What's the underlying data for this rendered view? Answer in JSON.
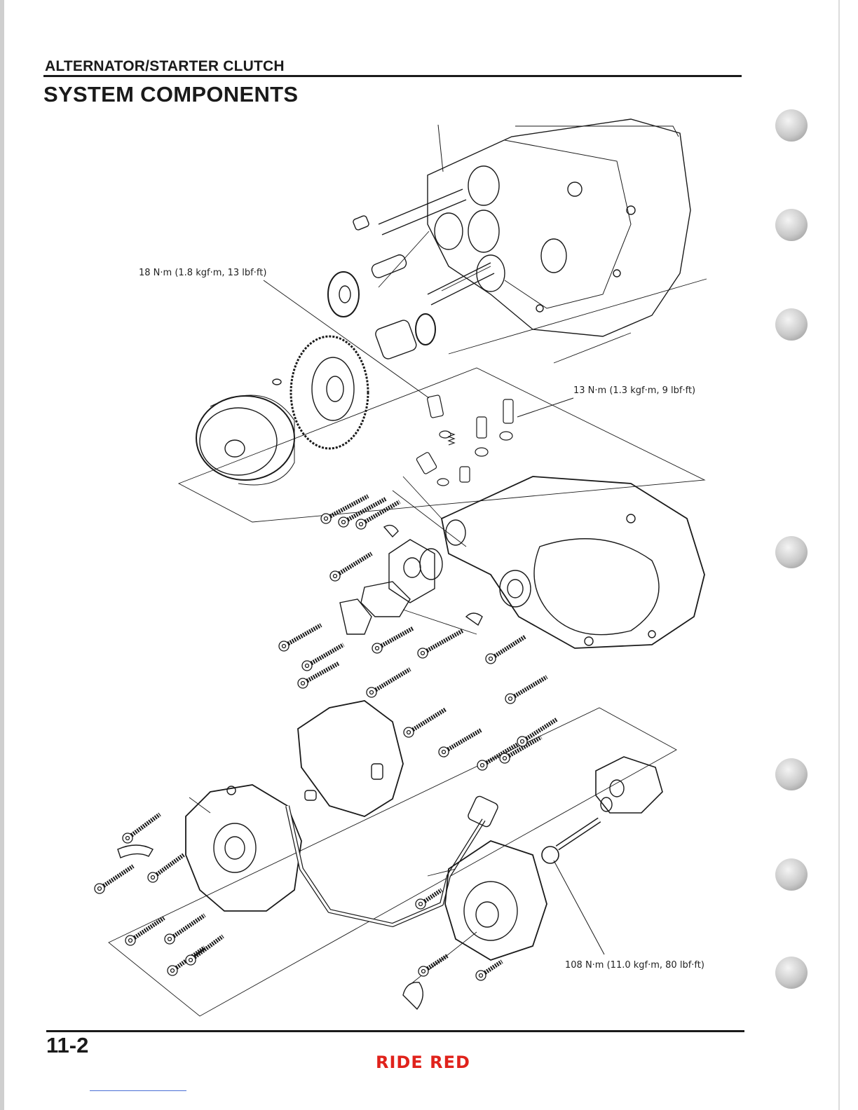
{
  "header": {
    "section_title": "ALTERNATOR/STARTER CLUTCH",
    "page_heading": "SYSTEM COMPONENTS"
  },
  "torque_specs": {
    "spec_1": "18 N·m (1.8 kgf·m, 13 lbf·ft)",
    "spec_2": "13 N·m (1.3 kgf·m, 9 lbf·ft)",
    "spec_3": "108 N·m (11.0 kgf·m, 80 lbf·ft)"
  },
  "footer": {
    "page_number": "11-2",
    "brand": "RIDE RED"
  },
  "colors": {
    "ink": "#1a1a1a",
    "brand_red": "#e0221b",
    "tab_dot": "#b5b5b5"
  }
}
